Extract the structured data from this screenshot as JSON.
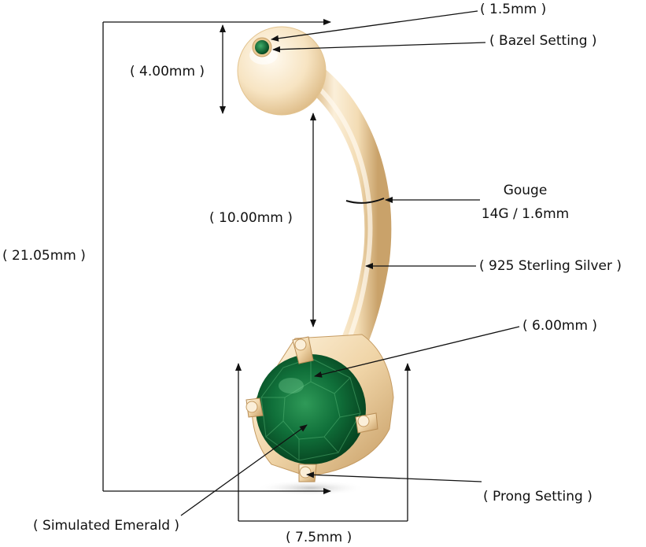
{
  "labels": {
    "top_stone_size": "( 1.5mm )",
    "bezel_setting": "( Bazel Setting )",
    "ball_diameter": "( 4.00mm )",
    "bar_length": "( 10.00mm )",
    "total_length": "( 21.05mm )",
    "gauge_title": "Gouge",
    "gauge_value": "14G / 1.6mm",
    "material": "( 925 Sterling Silver )",
    "stone_diameter": "( 6.00mm )",
    "prong_setting": "( Prong Setting )",
    "stone_type": "( Simulated Emerald )",
    "setting_width": "( 7.5mm )"
  },
  "colors": {
    "gold_light": "#fbefd9",
    "gold_mid": "#f0d5a8",
    "gold_dark": "#c9a26a",
    "emerald_light": "#3fa564",
    "emerald_mid": "#0f6f36",
    "emerald_dark": "#043d1b",
    "line": "#111111"
  }
}
